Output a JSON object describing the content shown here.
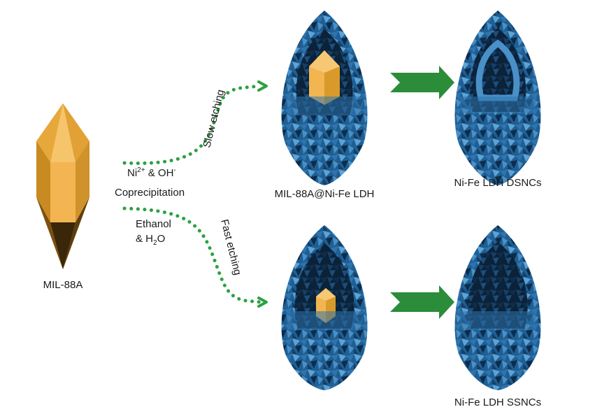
{
  "colors": {
    "crystal_light": "#f2b552",
    "crystal_mid": "#d99a2b",
    "crystal_dark": "#a8701c",
    "ldh_blue": "#2f74ad",
    "ldh_light": "#5da3d6",
    "ldh_dark": "#0d2c4a",
    "flow_green": "#2ea043",
    "arrow_green": "#2b8c3a"
  },
  "labels": {
    "start": "MIL-88A",
    "reagent_line1_main": "Ni",
    "reagent_line1_sup": "2+",
    "reagent_line1_mid": " & OH",
    "reagent_line1_sup2": "-",
    "process": "Coprecipitation",
    "solvent_line1": "Ethanol",
    "solvent_line2_main": "& H",
    "solvent_line2_sub": "2",
    "solvent_line2_end": "O",
    "slow": "Slow etching",
    "fast": "Fast etching",
    "intermediate": "MIL-88A@Ni-Fe LDH",
    "product_top": "Ni-Fe LDH DSNCs",
    "product_bottom": "Ni-Fe LDH SSNCs"
  },
  "icons": {
    "crystal": "hexagonal-bipyramid-crystal",
    "shell": "nanosheet-shell",
    "arrow": "chevron-arrow"
  }
}
